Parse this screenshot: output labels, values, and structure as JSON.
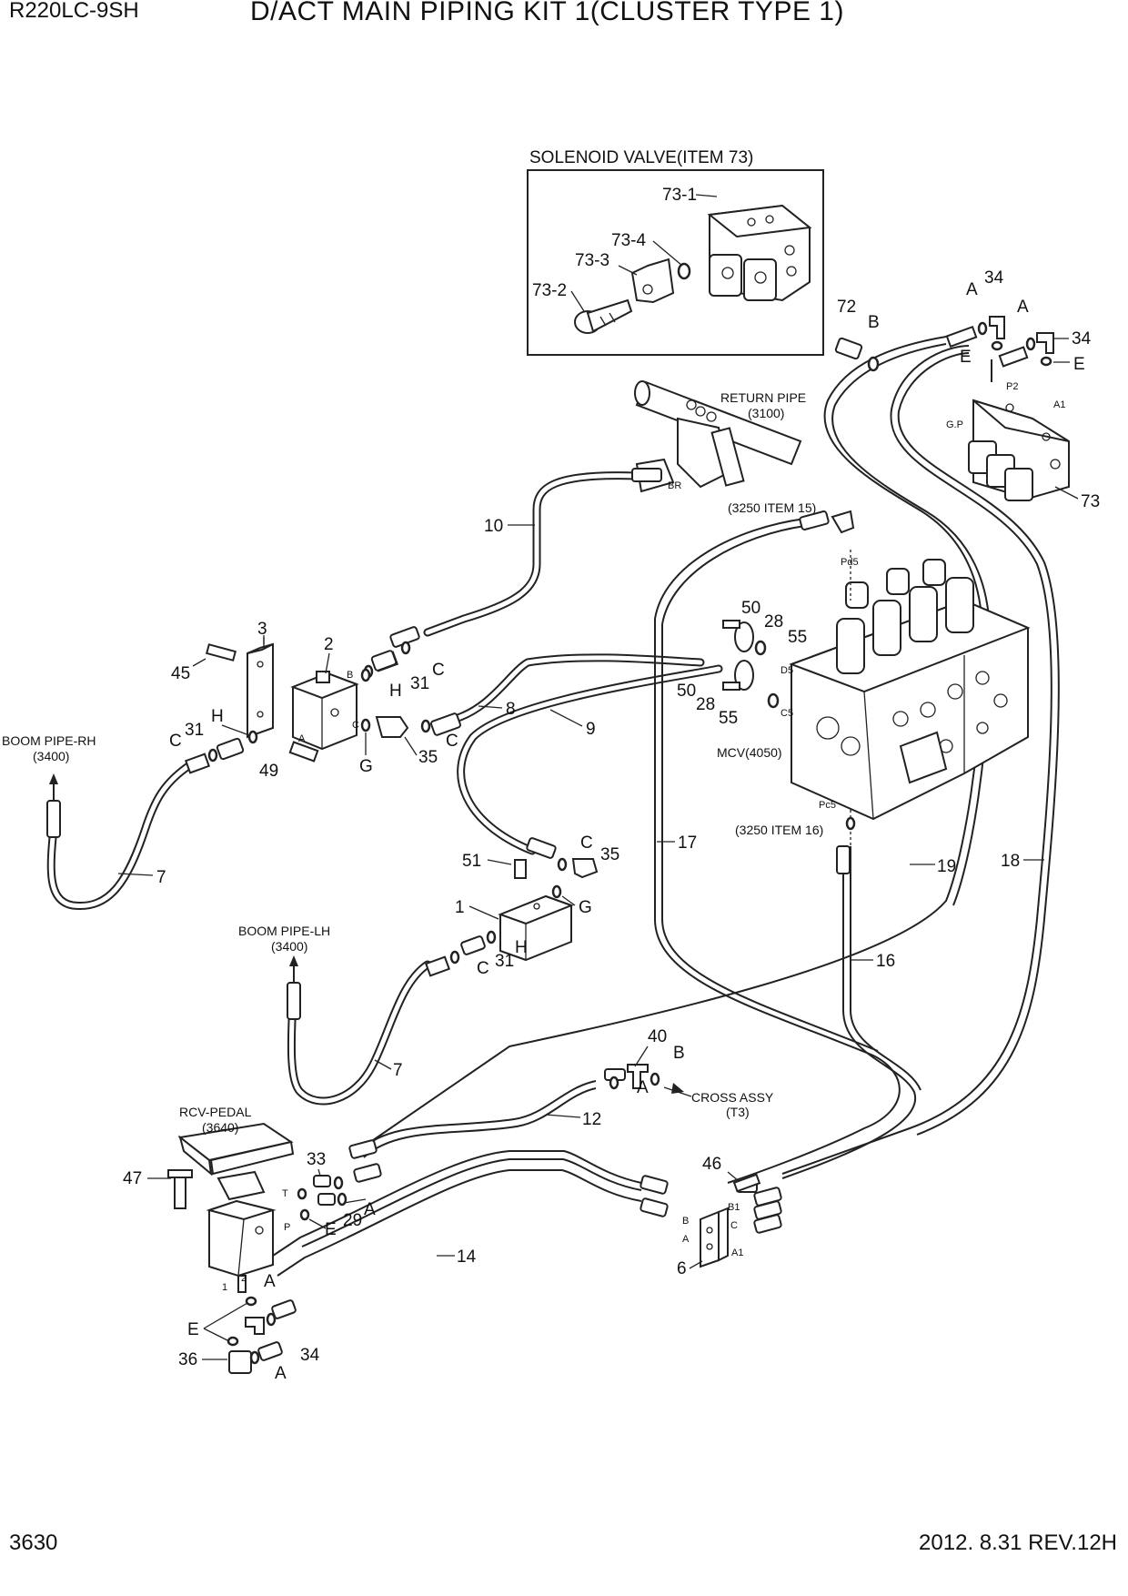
{
  "header": {
    "model": "R220LC-9SH",
    "title": "D/ACT MAIN PIPING KIT 1(CLUSTER TYPE 1)"
  },
  "footer": {
    "page": "3630",
    "revision": "2012. 8.31  REV.12H"
  },
  "inset": {
    "title": "SOLENOID VALVE(ITEM 73)",
    "callouts": {
      "c731": "73-1",
      "c734": "73-4",
      "c733": "73-3",
      "c732": "73-2"
    }
  },
  "callouts": {
    "c72": "72",
    "cB_top": "B",
    "cA_top1": "A",
    "c34_top1": "34",
    "cE_top1": "E",
    "cA_top2": "A",
    "c34_top2": "34",
    "cE_top2": "E",
    "c73": "73",
    "c10": "10",
    "c3": "3",
    "c2": "2",
    "c45": "45",
    "c31_a": "31",
    "cC_a": "C",
    "cH_a": "H",
    "c31_b": "31",
    "cH_b": "H",
    "cC_b": "C",
    "c49": "49",
    "cG_a": "G",
    "c35_a": "35",
    "cC_c": "C",
    "c8": "8",
    "c9": "9",
    "c50_a": "50",
    "c28_a": "28",
    "c55_a": "55",
    "c50_b": "50",
    "c28_b": "28",
    "c55_b": "55",
    "c7_a": "7",
    "c17": "17",
    "c51": "51",
    "cC_d": "C",
    "c35_b": "35",
    "c1": "1",
    "cG_b": "G",
    "cH_c": "H",
    "c31_c": "31",
    "cC_e": "C",
    "c19": "19",
    "c18": "18",
    "c16": "16",
    "c7_b": "7",
    "c40": "40",
    "cB_mid": "B",
    "cA_mid": "A",
    "c12": "12",
    "c33": "33",
    "c47": "47",
    "c29": "29",
    "cA_ped": "A",
    "cE_ped": "E",
    "c14": "14",
    "c46": "46",
    "c6": "6",
    "cA_low1": "A",
    "cE_low": "E",
    "c36": "36",
    "c34_low": "34",
    "cA_low2": "A"
  },
  "notes": {
    "return_pipe": "RETURN PIPE",
    "return_pipe_ref": "(3100)",
    "item15": "(3250 ITEM 15)",
    "item16": "(3250 ITEM 16)",
    "mcv": "MCV(4050)",
    "boom_rh": "BOOM PIPE-RH",
    "boom_rh_ref": "(3400)",
    "boom_lh": "BOOM PIPE-LH",
    "boom_lh_ref": "(3400)",
    "cross_assy": "CROSS ASSY",
    "cross_assy_ref": "(T3)",
    "rcv_pedal": "RCV-PEDAL",
    "rcv_pedal_ref": "(3640)"
  },
  "ports": {
    "p2": "P2",
    "a1": "A1",
    "gp": "G.P",
    "br": "BR",
    "pd5": "Pd5",
    "d5": "D5",
    "c5": "C5",
    "pc5": "Pc5",
    "b_port": "B",
    "c_port": "C",
    "a_port": "A",
    "t_port": "T",
    "p_port": "P",
    "n1": "1",
    "n2": "2",
    "b6": "B",
    "a6": "A",
    "b1": "B1",
    "c6": "C",
    "a16": "A1"
  }
}
